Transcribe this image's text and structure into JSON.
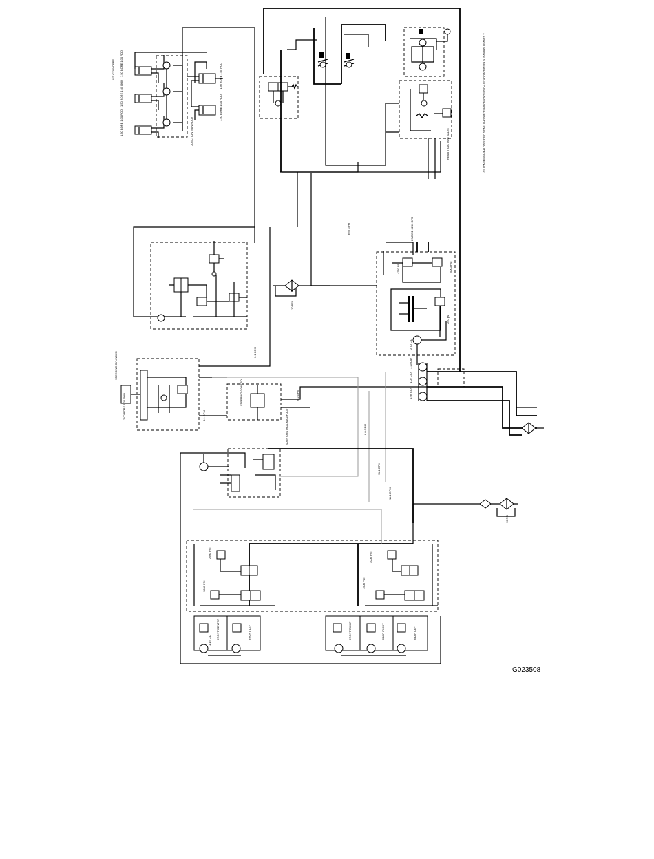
{
  "figure": {
    "id": "G023508",
    "labels": {
      "note": "1. LOWER SHOWN IN RAISED/LOCKED POSITION AND AREA BIAS FITTINGS UNLESS OTHERWISE NOTED",
      "lift_cylinders": "LIFT CYLINDERS",
      "cyl_left": "1.50 BORE 1.00 ROD",
      "cyl_mid": "1.50 BORE 1.00 ROD",
      "cyl_right": "1.50 BORE 1.00 ROD",
      "wing_left": "1.50 BORE 1.00 ROD",
      "wing_right": "1.50 BORE 1.00 ROD",
      "junction_manifold": "JUNCTION MANIFOLD",
      "rear_traction_valve": "REAR TRACTION VALVE",
      "steering_cylinder": "STEERING CYLINDER",
      "steering_cyl_spec": "2.00 BORE 1.00 ROD",
      "steering_control": "STEERING CONTROL",
      "main_control_manifold": "MAIN CONTROL MANIFOLD",
      "engine": "ENGINE 3200 RPM",
      "flow_30": "30.0 GPM",
      "flow_31a": "3.1 GPM",
      "flow_31b": "3.1 GPM",
      "flow_62": "6.2 GPM",
      "flow_60": "6.0 GPM",
      "flow_114a": "11.4 GPM",
      "flow_114b": "11.4 GPM",
      "pump_p1": "1.29 CID",
      "pump_p2": "1.02 CID",
      "pump_p3": "0.98 CID",
      "pump_270": "2.70 CID",
      "relief_4250": "4250 PSI",
      "relief_5000": "5000 PSI",
      "relief_250": "250 psi",
      "relief_2600": "2600 PSI",
      "relief_1800": "1800 PSI",
      "relief_3000": "3000 PSI",
      "relief_1500": "1500 PSI",
      "filter_1": "10 PSI",
      "filter_2": "10 PSI",
      "mower_front_center": "FRONT CENTER",
      "mower_front_left": "FRONT LEFT",
      "mower_front_right": "FRONT RIGHT",
      "mower_rear_right": "REAR RIGHT",
      "mower_rear_left": "REAR LEFT",
      "motor_cid": "1.16 CID"
    }
  }
}
